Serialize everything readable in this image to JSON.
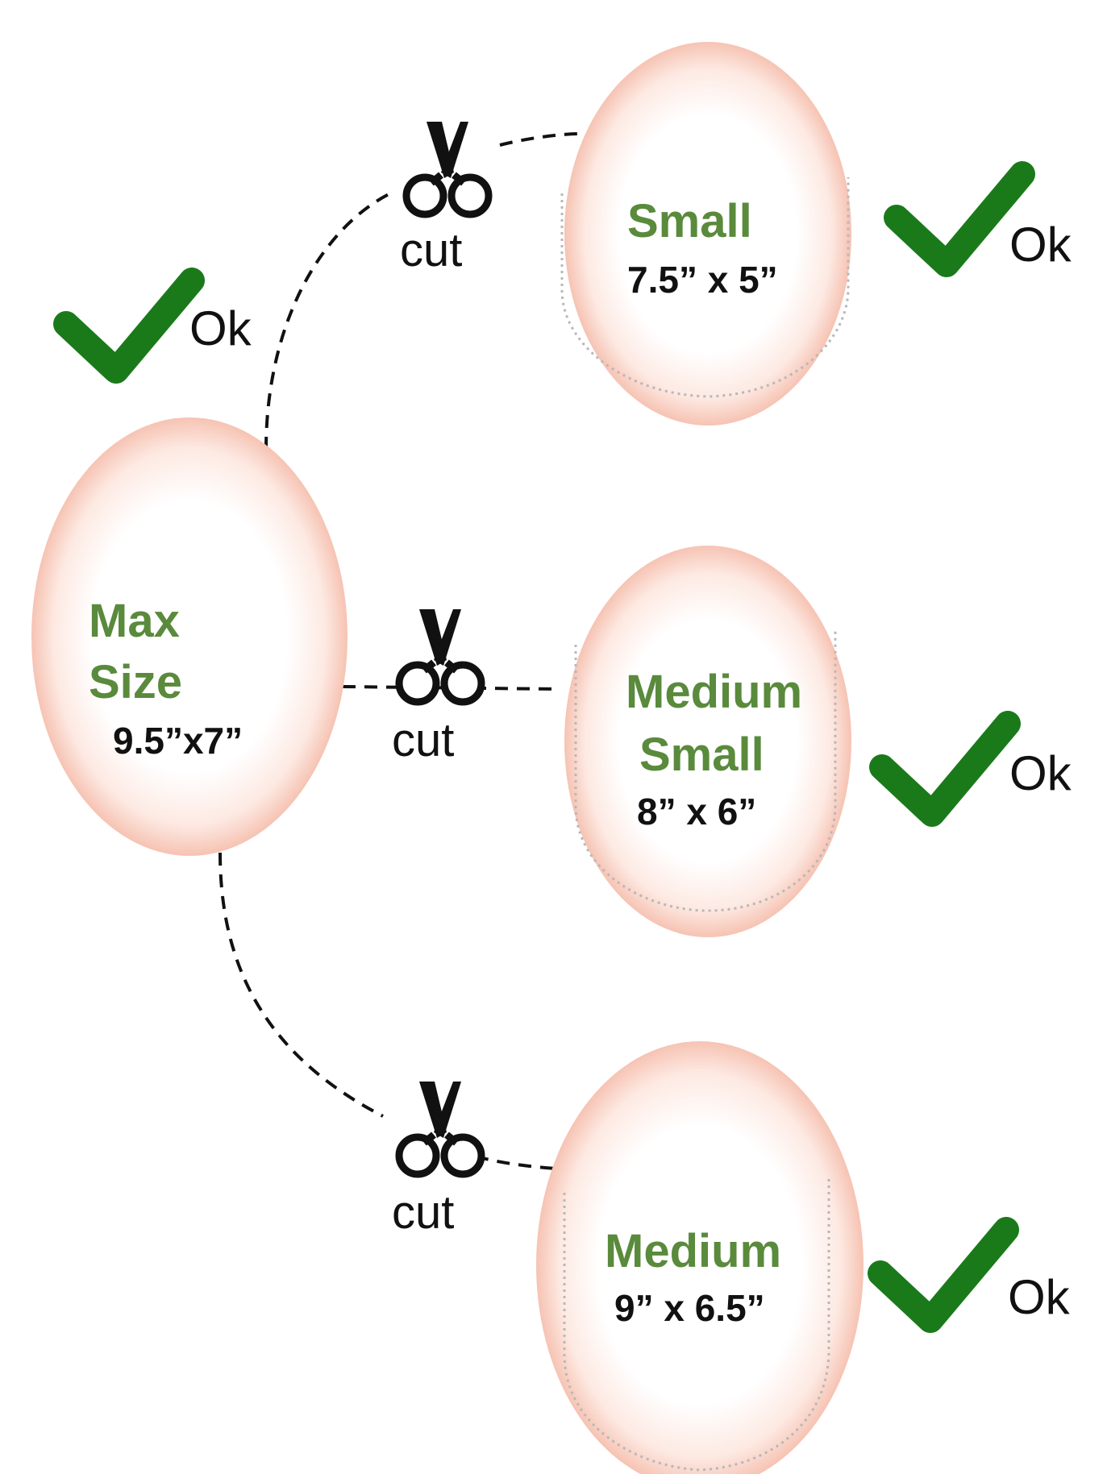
{
  "colors": {
    "name_text": "#5a8a3c",
    "check": "#1a7a1a",
    "oval_edge": "#f6c7b8",
    "dash_line": "#111111"
  },
  "pieces": {
    "max": {
      "name_line1": "Max",
      "name_line2": "Size",
      "dims": "9.5”x7”",
      "status": "Ok"
    },
    "small": {
      "name": "Small",
      "dims": "7.5” x 5”",
      "status": "Ok"
    },
    "medium_small": {
      "name_line1": "Medium",
      "name_line2": "Small",
      "dims": "8” x 6”",
      "status": "Ok"
    },
    "medium": {
      "name": "Medium",
      "dims": "9” x 6.5”",
      "status": "Ok"
    }
  },
  "cuts": [
    {
      "label": "cut",
      "icon": "scissors-icon"
    },
    {
      "label": "cut",
      "icon": "scissors-icon"
    },
    {
      "label": "cut",
      "icon": "scissors-icon"
    }
  ]
}
